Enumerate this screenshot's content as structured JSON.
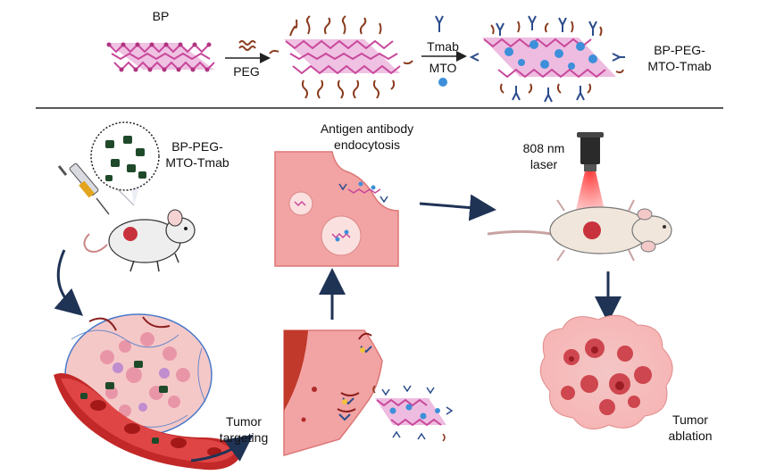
{
  "top_row": {
    "bp_label": "BP",
    "peg_label": "PEG",
    "tmab_label": "Tmab",
    "mto_label": "MTO",
    "product_label_line1": "BP-PEG-",
    "product_label_line2": "MTO-Tmab"
  },
  "injection": {
    "label_line1": "BP-PEG-",
    "label_line2": "MTO-Tmab"
  },
  "endocytosis": {
    "label_line1": "Antigen antibody",
    "label_line2": "endocytosis"
  },
  "laser": {
    "label_line1": "808 nm",
    "label_line2": "laser"
  },
  "targeting": {
    "label_line1": "Tumor",
    "label_line2": "targeting"
  },
  "ablation": {
    "label_line1": "Tumor",
    "label_line2": "ablation"
  },
  "colors": {
    "bp_magenta": "#c8479b",
    "peg_brown": "#8a3b1e",
    "mto_blue": "#3d8fd9",
    "arrow_navy": "#1f3355",
    "cell_pink": "#f2a3a3",
    "laser_red": "#e02020",
    "tumor_red": "#c8323c"
  }
}
